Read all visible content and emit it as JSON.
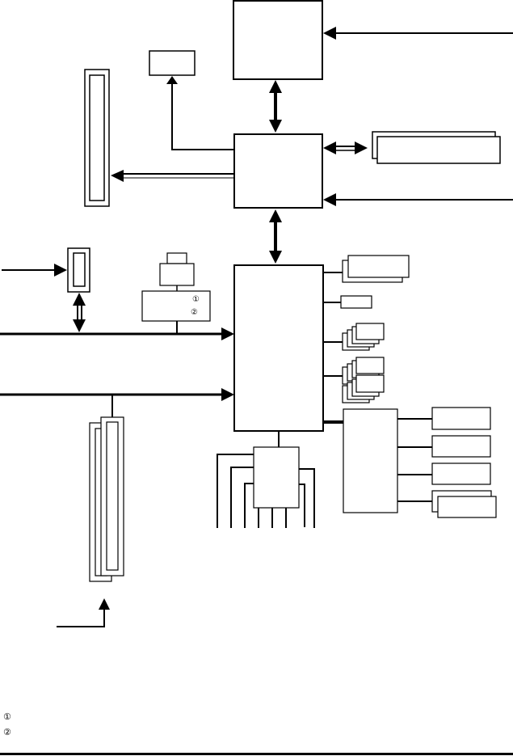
{
  "diagram": {
    "title": "",
    "colors": {
      "stroke": "#000000",
      "fill": "#ffffff"
    },
    "blocks": [
      {
        "id": "cpu",
        "label": ""
      },
      {
        "id": "northbridge",
        "label": ""
      },
      {
        "id": "southbridge",
        "label": ""
      },
      {
        "id": "agp-slot",
        "label": ""
      },
      {
        "id": "small-output",
        "label": ""
      },
      {
        "id": "memory-dimms",
        "label": ""
      },
      {
        "id": "cnr-slot",
        "label": ""
      },
      {
        "id": "bios-chip",
        "label": ""
      },
      {
        "id": "clock-gen",
        "label": ""
      },
      {
        "id": "pci-slots",
        "label": ""
      },
      {
        "id": "superio",
        "label": ""
      },
      {
        "id": "lpc-chip",
        "label": ""
      },
      {
        "id": "ide-connectors",
        "label": ""
      },
      {
        "id": "usb-ports",
        "label": ""
      },
      {
        "id": "audio-ports",
        "label": ""
      },
      {
        "id": "io-device-a",
        "label": ""
      },
      {
        "id": "io-device-b",
        "label": ""
      },
      {
        "id": "io-device-c",
        "label": ""
      },
      {
        "id": "io-device-d",
        "label": ""
      },
      {
        "id": "small-box",
        "label": ""
      }
    ],
    "markers": {
      "one": "①",
      "two": "②"
    }
  },
  "legend": {
    "items": [
      {
        "marker": "①",
        "text": ""
      },
      {
        "marker": "②",
        "text": ""
      }
    ]
  }
}
